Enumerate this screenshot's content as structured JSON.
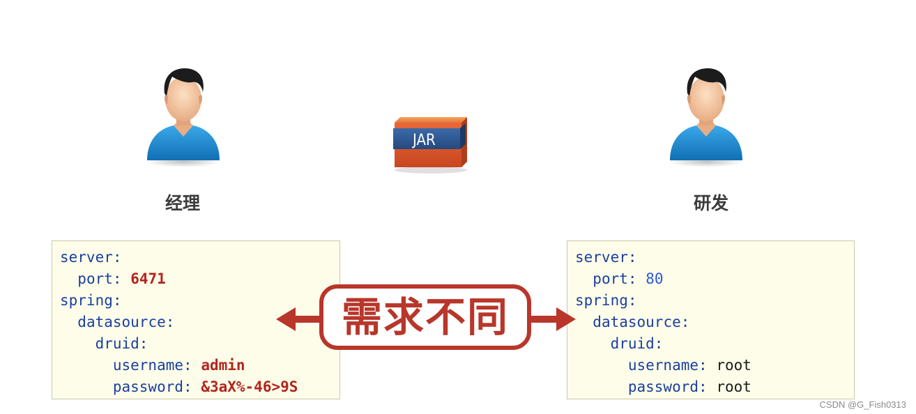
{
  "manager": {
    "label": "经理",
    "config": [
      {
        "indent": 0,
        "key": "server",
        "value": "",
        "value_style": ""
      },
      {
        "indent": 1,
        "key": "port",
        "value": "6471",
        "value_style": "red"
      },
      {
        "indent": 0,
        "key": "spring",
        "value": "",
        "value_style": ""
      },
      {
        "indent": 1,
        "key": "datasource",
        "value": "",
        "value_style": ""
      },
      {
        "indent": 2,
        "key": "druid",
        "value": "",
        "value_style": ""
      },
      {
        "indent": 3,
        "key": "username",
        "value": "admin",
        "value_style": "red"
      },
      {
        "indent": 3,
        "key": "password",
        "value": "&3aX%-46>9S",
        "value_style": "red"
      }
    ]
  },
  "developer": {
    "label": "研发",
    "config": [
      {
        "indent": 0,
        "key": "server",
        "value": "",
        "value_style": ""
      },
      {
        "indent": 1,
        "key": "port",
        "value": "80",
        "value_style": "blue"
      },
      {
        "indent": 0,
        "key": "spring",
        "value": "",
        "value_style": ""
      },
      {
        "indent": 1,
        "key": "datasource",
        "value": "",
        "value_style": ""
      },
      {
        "indent": 2,
        "key": "druid",
        "value": "",
        "value_style": ""
      },
      {
        "indent": 3,
        "key": "username",
        "value": "root",
        "value_style": "black"
      },
      {
        "indent": 3,
        "key": "password",
        "value": "root",
        "value_style": "black"
      }
    ]
  },
  "jar": {
    "label": "JAR"
  },
  "callout": {
    "text": "需求不同"
  },
  "watermark": "CSDN @G_Fish0313",
  "colors": {
    "key": "#1a3fa0",
    "value_red": "#b3241e",
    "value_blue": "#2a59d8",
    "callout": "#b8362a",
    "panel_bg": "#fdfde9",
    "shirt": "#1e8fd6"
  },
  "icons": {
    "person": "user-avatar-icon",
    "jar": "jar-box-icon",
    "arrow_left": "arrow-left-icon",
    "arrow_right": "arrow-right-icon"
  }
}
